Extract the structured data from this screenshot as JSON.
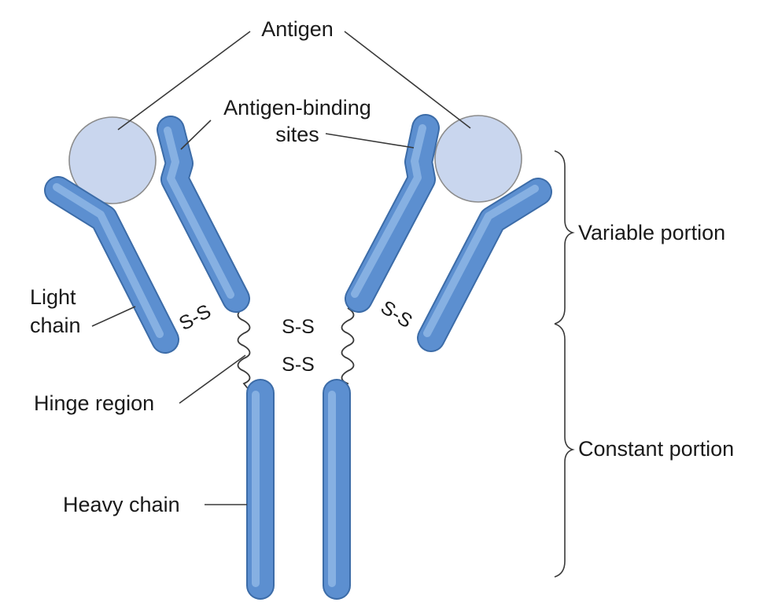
{
  "labels": {
    "antigen": "Antigen",
    "binding_sites_line1": "Antigen-binding",
    "binding_sites_line2": "sites",
    "light_chain_line1": "Light",
    "light_chain_line2": "chain",
    "hinge_region": "Hinge region",
    "heavy_chain": "Heavy chain",
    "variable_portion": "Variable portion",
    "constant_portion": "Constant portion",
    "disulfide": "S-S"
  },
  "colors": {
    "chain": "#5c8fd0",
    "chain_edge": "#3c6ca8",
    "antigen": "#c9d6ee",
    "text": "#1a1a1a"
  }
}
